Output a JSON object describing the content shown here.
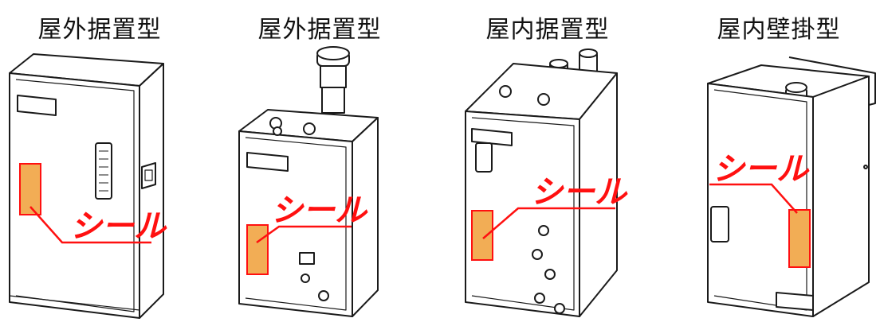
{
  "colors": {
    "outline": "#1a1a1a",
    "seal_fill": "#f2ad55",
    "seal_border": "#ff1010",
    "label_color": "#ff1010"
  },
  "panels": [
    {
      "title": "屋外据置型",
      "label": "シール"
    },
    {
      "title": "屋外据置型",
      "label": "シール"
    },
    {
      "title": "屋内据置型",
      "label": "シール"
    },
    {
      "title": "屋内壁掛型",
      "label": "シール"
    }
  ]
}
